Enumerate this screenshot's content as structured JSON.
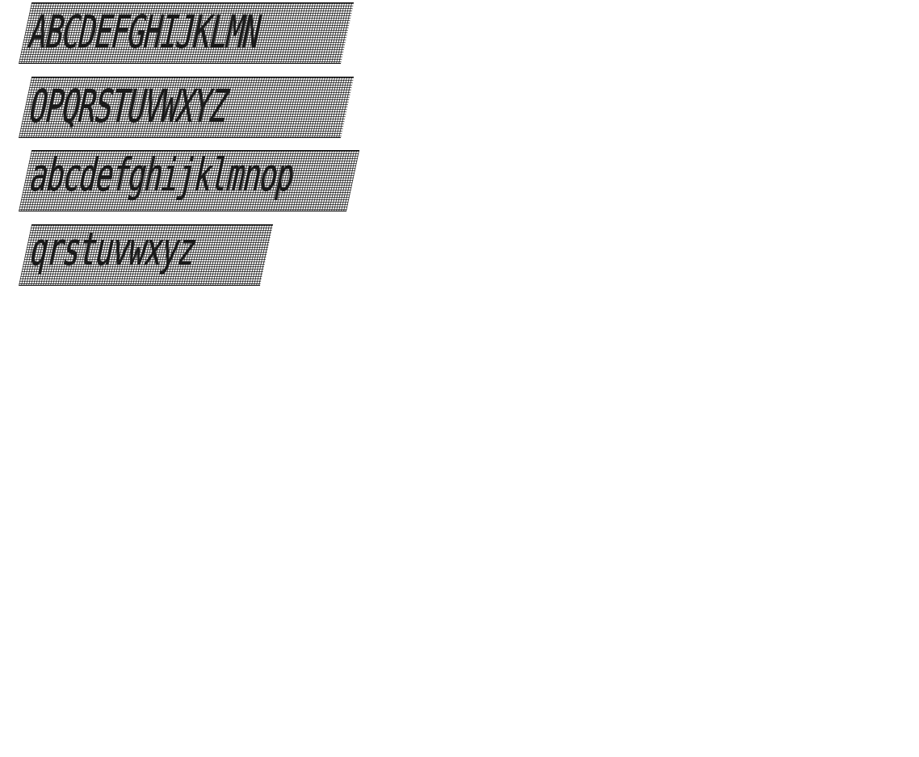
{
  "specimen": {
    "rows": [
      "ABCDEFGHIJKLMN",
      "OPQRSTUVWXYZ",
      "abcdefghijklmnop",
      "qrstuvwxyz"
    ]
  }
}
